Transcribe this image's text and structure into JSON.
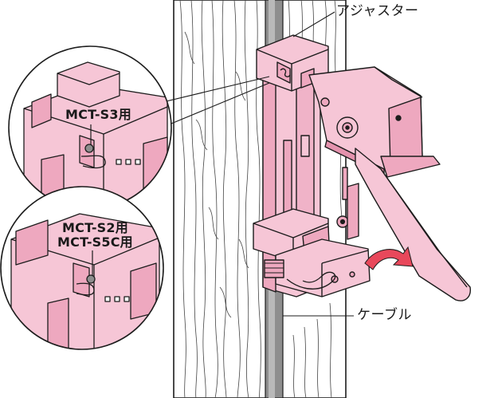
{
  "labels": {
    "adjuster": "アジャスター",
    "cable": "ケーブル",
    "mct_s3": "MCT-S3用",
    "mct_s2": "MCT-S2用",
    "mct_s5c": "MCT-S5C用"
  },
  "colors": {
    "tool_pink": "#f6c6d6",
    "tool_pink_dark": "#eea8bf",
    "tool_pink_shade": "#e492ad",
    "outline": "#1c1c1c",
    "cable_gray": "#8e8e8e",
    "cable_gray_light": "#b9b9b9",
    "wood_grain": "#444444",
    "arrow_red": "#e8485b"
  },
  "icons": {
    "rotation_arrow": "curved-arrow-icon"
  }
}
